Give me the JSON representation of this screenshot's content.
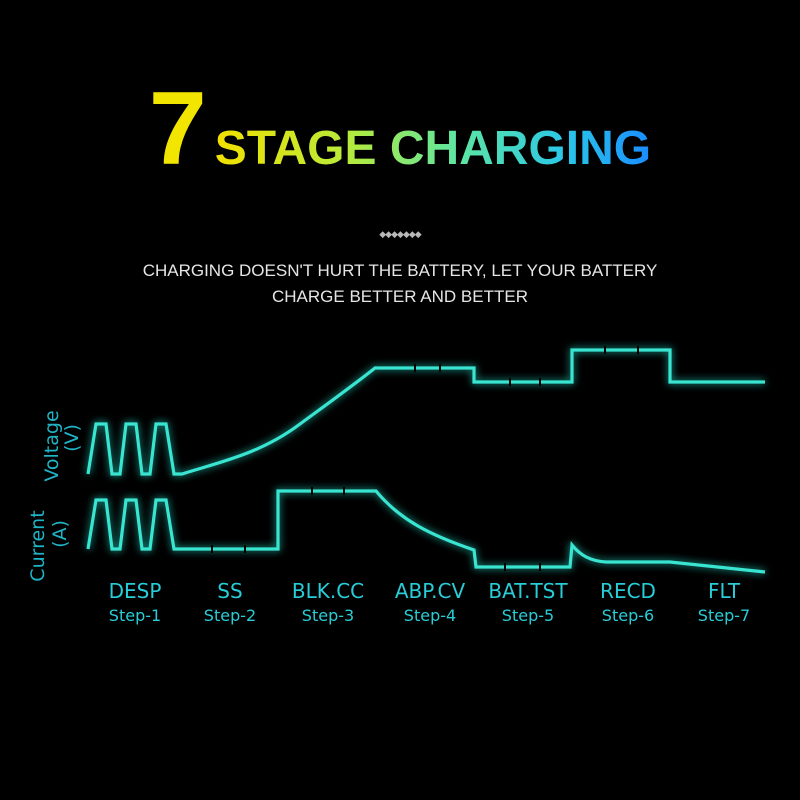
{
  "title": {
    "number": "7",
    "text": "STAGE CHARGING"
  },
  "divider": "◆◆◆◆◆◆◆",
  "subtitle": {
    "line1": "CHARGING DOESN'T HURT THE BATTERY, LET YOUR BATTERY",
    "line2": "CHARGE BETTER AND BETTER"
  },
  "axis_labels": {
    "voltage": "Voltage",
    "voltage_unit": "(V)",
    "current": "Current",
    "current_unit": "(A)"
  },
  "steps": [
    {
      "name": "DESP",
      "step": "Step-1"
    },
    {
      "name": "SS",
      "step": "Step-2"
    },
    {
      "name": "BLK.CC",
      "step": "Step-3"
    },
    {
      "name": "ABP.CV",
      "step": "Step-4"
    },
    {
      "name": "BAT.TST",
      "step": "Step-5"
    },
    {
      "name": "RECD",
      "step": "Step-6"
    },
    {
      "name": "FLT",
      "step": "Step-7"
    }
  ],
  "colors": {
    "curve": "#39e4d0",
    "label": "#29cdd8",
    "title_number": "#f2e600"
  }
}
